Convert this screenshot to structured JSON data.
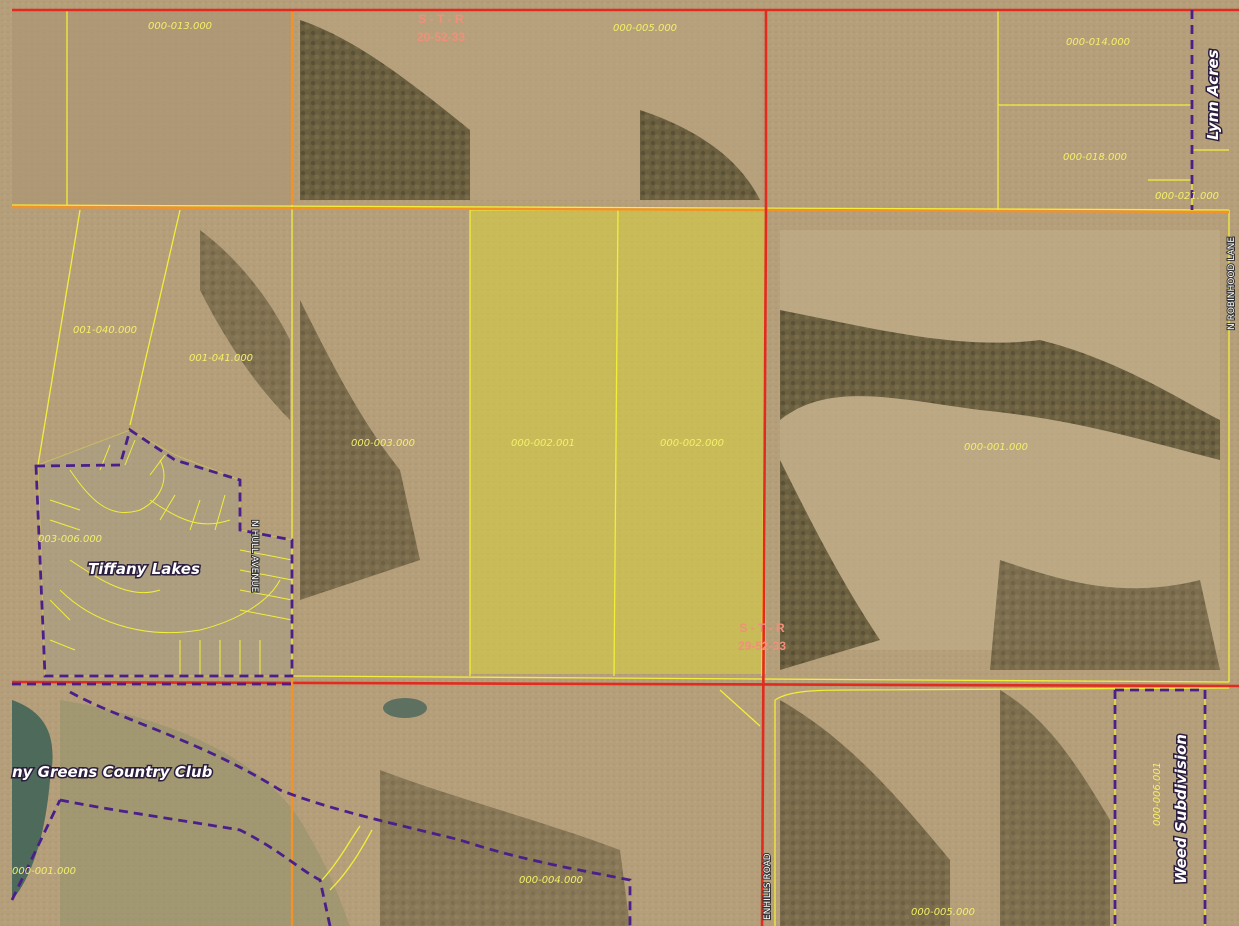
{
  "map": {
    "parcels": [
      {
        "id": "p-013",
        "label": "000-013.000"
      },
      {
        "id": "p-005a",
        "label": "000-005.000"
      },
      {
        "id": "p-014",
        "label": "000-014.000"
      },
      {
        "id": "p-018",
        "label": "000-018.000"
      },
      {
        "id": "p-021",
        "label": "000-021.000"
      },
      {
        "id": "p-040",
        "label": "001-040.000"
      },
      {
        "id": "p-041",
        "label": "001-041.000"
      },
      {
        "id": "p-003",
        "label": "000-003.000"
      },
      {
        "id": "p-002001",
        "label": "000-002.001"
      },
      {
        "id": "p-002000",
        "label": "000-002.000"
      },
      {
        "id": "p-001",
        "label": "000-001.000"
      },
      {
        "id": "p-003006",
        "label": "003-006.000"
      },
      {
        "id": "p-001b",
        "label": "000-001.000"
      },
      {
        "id": "p-004",
        "label": "000-004.000"
      },
      {
        "id": "p-005b",
        "label": "000-005.000"
      },
      {
        "id": "p-006001",
        "label": "000-006.001"
      }
    ],
    "str_labels": [
      {
        "line1": "S - T - R",
        "line2": "20-52-33"
      },
      {
        "line1": "S - T - R",
        "line2": "29-52-33"
      }
    ],
    "subdivisions": {
      "tiffany_lakes": "Tiffany Lakes",
      "lynn_acres": "Lynn Acres",
      "weed_subdivision": "Weed Subdivision",
      "country_club": "ny Greens Country Club"
    },
    "roads": {
      "n_hull": "N HULL AVENUE",
      "n_robinhood": "N ROBINHOOD LANE",
      "hills_road": "ENHILLS ROAD"
    },
    "colors": {
      "parcel_line": "#f2ee3a",
      "highlight_fill": "#d8d23a",
      "section_line_red": "#e32a1e",
      "section_line_orange": "#f2932a",
      "subdivision_boundary": "#4a1f8a",
      "str_text": "#f0907a"
    }
  }
}
